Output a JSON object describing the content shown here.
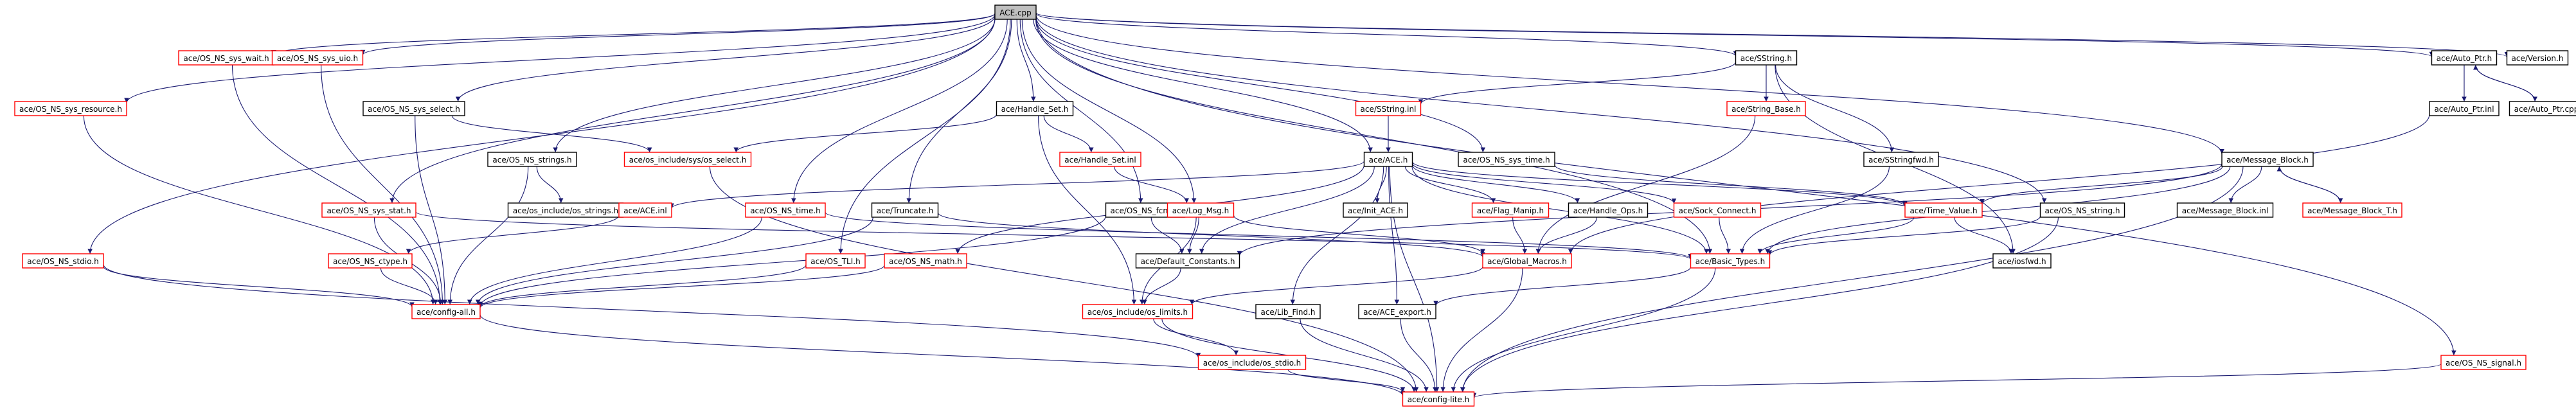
{
  "colors": {
    "edge": "#191970",
    "documented_border": "#000000",
    "undocumented_border": "#ff0000",
    "root_fill": "#bfbfbf",
    "node_fill": "#ffffff",
    "text": "#000000"
  },
  "nodes": [
    {
      "id": "ace_cpp",
      "label": "ACE.cpp",
      "status": "root"
    },
    {
      "id": "os_ns_sys_resource",
      "label": "ace/OS_NS_sys_resource.h",
      "status": "undocumented"
    },
    {
      "id": "os_ns_sys_wait",
      "label": "ace/OS_NS_sys_wait.h",
      "status": "undocumented"
    },
    {
      "id": "os_ns_sys_uio",
      "label": "ace/OS_NS_sys_uio.h",
      "status": "undocumented"
    },
    {
      "id": "os_ns_sys_select",
      "label": "ace/OS_NS_sys_select.h",
      "status": "documented"
    },
    {
      "id": "handle_set_h",
      "label": "ace/Handle_Set.h",
      "status": "documented"
    },
    {
      "id": "sstring_h",
      "label": "ace/SString.h",
      "status": "documented"
    },
    {
      "id": "auto_ptr_h",
      "label": "ace/Auto_Ptr.h",
      "status": "documented"
    },
    {
      "id": "version_h",
      "label": "ace/Version.h",
      "status": "documented"
    },
    {
      "id": "sstring_inl",
      "label": "ace/SString.inl",
      "status": "undocumented"
    },
    {
      "id": "string_base_h",
      "label": "ace/String_Base.h",
      "status": "undocumented"
    },
    {
      "id": "sstringfwd_h",
      "label": "ace/SStringfwd.h",
      "status": "documented"
    },
    {
      "id": "auto_ptr_inl",
      "label": "ace/Auto_Ptr.inl",
      "status": "documented"
    },
    {
      "id": "auto_ptr_cpp",
      "label": "ace/Auto_Ptr.cpp",
      "status": "documented"
    },
    {
      "id": "os_include_sys_select",
      "label": "ace/os_include/sys/os_select.h",
      "status": "undocumented"
    },
    {
      "id": "handle_set_inl",
      "label": "ace/Handle_Set.inl",
      "status": "undocumented"
    },
    {
      "id": "ace_h",
      "label": "ace/ACE.h",
      "status": "documented"
    },
    {
      "id": "os_ns_sys_time",
      "label": "ace/OS_NS_sys_time.h",
      "status": "documented"
    },
    {
      "id": "message_block_h",
      "label": "ace/Message_Block.h",
      "status": "documented"
    },
    {
      "id": "os_ns_strings",
      "label": "ace/OS_NS_strings.h",
      "status": "documented"
    },
    {
      "id": "os_include_os_strings",
      "label": "ace/os_include/os_strings.h",
      "status": "documented"
    },
    {
      "id": "ace_inl",
      "label": "ace/ACE.inl",
      "status": "undocumented"
    },
    {
      "id": "os_ns_sys_stat",
      "label": "ace/OS_NS_sys_stat.h",
      "status": "undocumented"
    },
    {
      "id": "os_ns_time",
      "label": "ace/OS_NS_time.h",
      "status": "undocumented"
    },
    {
      "id": "truncate_h",
      "label": "ace/Truncate.h",
      "status": "documented"
    },
    {
      "id": "os_ns_fcntl",
      "label": "ace/OS_NS_fcntl.h",
      "status": "documented"
    },
    {
      "id": "log_msg_h",
      "label": "ace/Log_Msg.h",
      "status": "undocumented"
    },
    {
      "id": "init_ace_h",
      "label": "ace/Init_ACE.h",
      "status": "documented"
    },
    {
      "id": "flag_manip_h",
      "label": "ace/Flag_Manip.h",
      "status": "undocumented"
    },
    {
      "id": "handle_ops_h",
      "label": "ace/Handle_Ops.h",
      "status": "documented"
    },
    {
      "id": "sock_connect_h",
      "label": "ace/Sock_Connect.h",
      "status": "undocumented"
    },
    {
      "id": "time_value_h",
      "label": "ace/Time_Value.h",
      "status": "undocumented"
    },
    {
      "id": "os_ns_string",
      "label": "ace/OS_NS_string.h",
      "status": "documented"
    },
    {
      "id": "message_block_inl",
      "label": "ace/Message_Block.inl",
      "status": "documented"
    },
    {
      "id": "message_block_t_h",
      "label": "ace/Message_Block_T.h",
      "status": "undocumented"
    },
    {
      "id": "os_ns_stdio",
      "label": "ace/OS_NS_stdio.h",
      "status": "undocumented"
    },
    {
      "id": "os_ns_ctype",
      "label": "ace/OS_NS_ctype.h",
      "status": "undocumented"
    },
    {
      "id": "os_tli_h",
      "label": "ace/OS_TLI.h",
      "status": "undocumented"
    },
    {
      "id": "os_ns_math",
      "label": "ace/OS_NS_math.h",
      "status": "undocumented"
    },
    {
      "id": "default_constants_h",
      "label": "ace/Default_Constants.h",
      "status": "documented"
    },
    {
      "id": "global_macros_h",
      "label": "ace/Global_Macros.h",
      "status": "undocumented"
    },
    {
      "id": "basic_types_h",
      "label": "ace/Basic_Types.h",
      "status": "undocumented"
    },
    {
      "id": "iosfwd_h",
      "label": "ace/iosfwd.h",
      "status": "documented"
    },
    {
      "id": "config_all_h",
      "label": "ace/config-all.h",
      "status": "undocumented"
    },
    {
      "id": "os_include_os_limits",
      "label": "ace/os_include/os_limits.h",
      "status": "undocumented"
    },
    {
      "id": "lib_find_h",
      "label": "ace/Lib_Find.h",
      "status": "documented"
    },
    {
      "id": "ace_export_h",
      "label": "ace/ACE_export.h",
      "status": "documented"
    },
    {
      "id": "os_include_os_stdio",
      "label": "ace/os_include/os_stdio.h",
      "status": "undocumented"
    },
    {
      "id": "os_ns_signal",
      "label": "ace/OS_NS_signal.h",
      "status": "undocumented"
    },
    {
      "id": "config_lite_h",
      "label": "ace/config-lite.h",
      "status": "undocumented"
    }
  ],
  "edges": [
    [
      "ace_cpp",
      "os_ns_sys_resource"
    ],
    [
      "ace_cpp",
      "os_ns_sys_wait"
    ],
    [
      "ace_cpp",
      "os_ns_sys_uio"
    ],
    [
      "ace_cpp",
      "os_ns_sys_select"
    ],
    [
      "ace_cpp",
      "handle_set_h"
    ],
    [
      "ace_cpp",
      "sstring_h"
    ],
    [
      "ace_cpp",
      "auto_ptr_h"
    ],
    [
      "ace_cpp",
      "version_h"
    ],
    [
      "ace_cpp",
      "os_ns_stdio"
    ],
    [
      "ace_cpp",
      "os_ns_strings"
    ],
    [
      "ace_cpp",
      "os_ns_sys_stat"
    ],
    [
      "ace_cpp",
      "os_ns_time"
    ],
    [
      "ace_cpp",
      "truncate_h"
    ],
    [
      "ace_cpp",
      "os_tli_h"
    ],
    [
      "ace_cpp",
      "log_msg_h"
    ],
    [
      "ace_cpp",
      "ace_h"
    ],
    [
      "ace_cpp",
      "os_ns_sys_time"
    ],
    [
      "ace_cpp",
      "message_block_h"
    ],
    [
      "ace_cpp",
      "os_ns_string"
    ],
    [
      "ace_cpp",
      "os_ns_signal"
    ],
    [
      "ace_cpp",
      "basic_types_h"
    ],
    [
      "ace_cpp",
      "os_ns_fcntl"
    ],
    [
      "os_ns_sys_resource",
      "config_all_h"
    ],
    [
      "os_ns_sys_wait",
      "config_all_h"
    ],
    [
      "os_ns_sys_uio",
      "config_all_h"
    ],
    [
      "os_ns_sys_select",
      "config_all_h"
    ],
    [
      "os_ns_sys_select",
      "os_include_sys_select"
    ],
    [
      "handle_set_h",
      "os_include_sys_select"
    ],
    [
      "handle_set_h",
      "handle_set_inl"
    ],
    [
      "handle_set_h",
      "os_include_os_limits"
    ],
    [
      "sstring_h",
      "sstring_inl"
    ],
    [
      "sstring_h",
      "string_base_h"
    ],
    [
      "sstring_h",
      "sstringfwd_h"
    ],
    [
      "sstring_h",
      "iosfwd_h"
    ],
    [
      "auto_ptr_h",
      "auto_ptr_inl"
    ],
    [
      "auto_ptr_h",
      "auto_ptr_cpp"
    ],
    [
      "auto_ptr_cpp",
      "auto_ptr_h"
    ],
    [
      "auto_ptr_inl",
      "global_macros_h"
    ],
    [
      "sstring_inl",
      "ace_h"
    ],
    [
      "string_base_h",
      "global_macros_h"
    ],
    [
      "sstringfwd_h",
      "basic_types_h"
    ],
    [
      "os_include_sys_select",
      "config_lite_h"
    ],
    [
      "handle_set_inl",
      "log_msg_h"
    ],
    [
      "ace_h",
      "init_ace_h"
    ],
    [
      "ace_h",
      "flag_manip_h"
    ],
    [
      "ace_h",
      "handle_ops_h"
    ],
    [
      "ace_h",
      "sock_connect_h"
    ],
    [
      "ace_h",
      "ace_inl"
    ],
    [
      "ace_h",
      "os_ns_math"
    ],
    [
      "ace_h",
      "default_constants_h"
    ],
    [
      "ace_h",
      "lib_find_h"
    ],
    [
      "ace_h",
      "ace_export_h"
    ],
    [
      "ace_h",
      "basic_types_h"
    ],
    [
      "ace_h",
      "config_lite_h"
    ],
    [
      "ace_h",
      "time_value_h"
    ],
    [
      "os_ns_sys_time",
      "time_value_h"
    ],
    [
      "message_block_h",
      "message_block_inl"
    ],
    [
      "message_block_h",
      "message_block_t_h"
    ],
    [
      "message_block_t_h",
      "message_block_h"
    ],
    [
      "message_block_h",
      "time_value_h"
    ],
    [
      "message_block_h",
      "default_constants_h"
    ],
    [
      "message_block_h",
      "config_lite_h"
    ],
    [
      "message_block_h",
      "basic_types_h"
    ],
    [
      "os_ns_strings",
      "os_include_os_strings"
    ],
    [
      "os_ns_strings",
      "config_all_h"
    ],
    [
      "ace_inl",
      "os_ns_ctype"
    ],
    [
      "os_ns_sys_stat",
      "config_all_h"
    ],
    [
      "os_ns_sys_stat",
      "basic_types_h"
    ],
    [
      "os_ns_time",
      "config_all_h"
    ],
    [
      "os_ns_time",
      "basic_types_h"
    ],
    [
      "truncate_h",
      "config_all_h"
    ],
    [
      "truncate_h",
      "global_macros_h"
    ],
    [
      "os_ns_fcntl",
      "config_all_h"
    ],
    [
      "os_ns_fcntl",
      "default_constants_h"
    ],
    [
      "log_msg_h",
      "default_constants_h"
    ],
    [
      "log_msg_h",
      "global_macros_h"
    ],
    [
      "log_msg_h",
      "os_include_os_limits"
    ],
    [
      "flag_manip_h",
      "global_macros_h"
    ],
    [
      "handle_ops_h",
      "global_macros_h"
    ],
    [
      "sock_connect_h",
      "basic_types_h"
    ],
    [
      "time_value_h",
      "basic_types_h"
    ],
    [
      "time_value_h",
      "iosfwd_h"
    ],
    [
      "os_ns_string",
      "basic_types_h"
    ],
    [
      "os_ns_string",
      "config_lite_h"
    ],
    [
      "os_ns_stdio",
      "config_all_h"
    ],
    [
      "os_ns_stdio",
      "os_include_os_stdio"
    ],
    [
      "os_ns_ctype",
      "config_all_h"
    ],
    [
      "os_tli_h",
      "config_all_h"
    ],
    [
      "os_ns_math",
      "config_all_h"
    ],
    [
      "default_constants_h",
      "os_include_os_limits"
    ],
    [
      "global_macros_h",
      "config_lite_h"
    ],
    [
      "global_macros_h",
      "os_include_os_limits"
    ],
    [
      "basic_types_h",
      "config_lite_h"
    ],
    [
      "basic_types_h",
      "ace_export_h"
    ],
    [
      "config_all_h",
      "config_lite_h"
    ],
    [
      "os_include_os_limits",
      "os_include_os_stdio"
    ],
    [
      "os_include_os_limits",
      "config_lite_h"
    ],
    [
      "lib_find_h",
      "config_lite_h"
    ],
    [
      "ace_export_h",
      "config_lite_h"
    ],
    [
      "os_include_os_stdio",
      "config_lite_h"
    ],
    [
      "os_ns_signal",
      "config_lite_h"
    ]
  ]
}
